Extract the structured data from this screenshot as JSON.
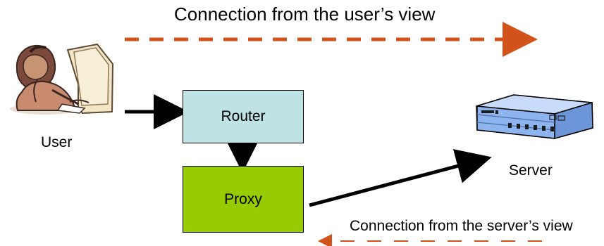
{
  "diagram": {
    "top_label": "Connection from the user’s view",
    "bottom_label": "Connection from the server’s view",
    "user_label": "User",
    "server_label": "Server",
    "router_label": "Router",
    "proxy_label": "Proxy"
  },
  "colors": {
    "router_fill": "#bfe3e5",
    "proxy_fill": "#99cc00",
    "dashed_arrow": "#d2521b",
    "black": "#000000",
    "server_blue": "#7fa8e6"
  },
  "icons": {
    "user": "person-at-computer-icon",
    "server": "server-appliance-icon"
  }
}
